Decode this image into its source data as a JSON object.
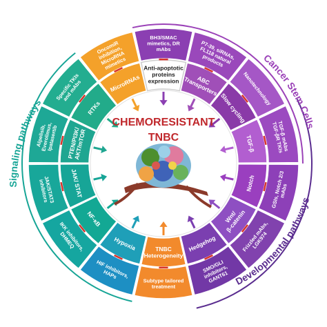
{
  "title": [
    "CHEMORESISTANT",
    "TNBC"
  ],
  "groups": {
    "cancer_stem_cells": "Cancer Stem Cells",
    "signaling": "Signaling pathways",
    "developmental": "Developmental pathways"
  },
  "mid_ring": [
    {
      "label": "MicroRNAs",
      "color": "#f4a12a"
    },
    {
      "label": "Anti-apoptotic proteins expression",
      "color": "#ffffff"
    },
    {
      "label": "ABC Transporters",
      "color": "#a04fb8"
    },
    {
      "label": "Slow cycling",
      "color": "#8a3aa8"
    },
    {
      "label": "TGF-β",
      "color": "#b25ed0"
    },
    {
      "label": "Notch",
      "color": "#9a3fbf"
    },
    {
      "label": "Wnt/ β-catenin",
      "color": "#8e4fc2"
    },
    {
      "label": "Hedgehog",
      "color": "#7b3fb0"
    },
    {
      "label": "TNBC Heterogeneity",
      "color": "#f28a2c"
    },
    {
      "label": "Hypoxia",
      "color": "#1f9fb8"
    },
    {
      "label": "NF-κB",
      "color": "#13a894"
    },
    {
      "label": "JAK/ STAT",
      "color": "#17a597"
    },
    {
      "label": "PTEN/PI3K/ AKT/mTOR",
      "color": "#1fa691"
    },
    {
      "label": "RTKs",
      "color": "#22ab8a"
    }
  ],
  "outer_ring": [
    {
      "label": "OncomiR inhibition, MicroRNA mimetics",
      "color": "#f4a12a"
    },
    {
      "label": "BH3/SMAC mimetics, DR mAbs",
      "color": "#8b3fb2"
    },
    {
      "label": "P7-39, siRNAs, FL118 natural products",
      "color": "#9a48bb"
    },
    {
      "label": "Nanotechnology",
      "color": "#a557c6"
    },
    {
      "label": "TGF-β mAbs TGF-βR TKIs",
      "color": "#9b4ac0"
    },
    {
      "label": "GSIs, Notch 2/3 mAbs",
      "color": "#8d40b8"
    },
    {
      "label": "Frizzled mAbs, LGK974",
      "color": "#8142ae"
    },
    {
      "label": "SMO/GLI inhibitors, GANT61",
      "color": "#7238a6"
    },
    {
      "label": "Subtype tailored treatment",
      "color": "#f28a2c"
    },
    {
      "label": "HIF inhibitors, HAPs",
      "color": "#1d8fc3"
    },
    {
      "label": "IKK inhibitors, DHMEQ",
      "color": "#15a6a0"
    },
    {
      "label": "JAK/STAT3 inhibitors",
      "color": "#18a79a"
    },
    {
      "label": "Alpelisib, Everolimus, Ipatasertib",
      "color": "#1ea896"
    },
    {
      "label": "Specific TKIs and mAbs",
      "color": "#23ad90"
    }
  ]
}
